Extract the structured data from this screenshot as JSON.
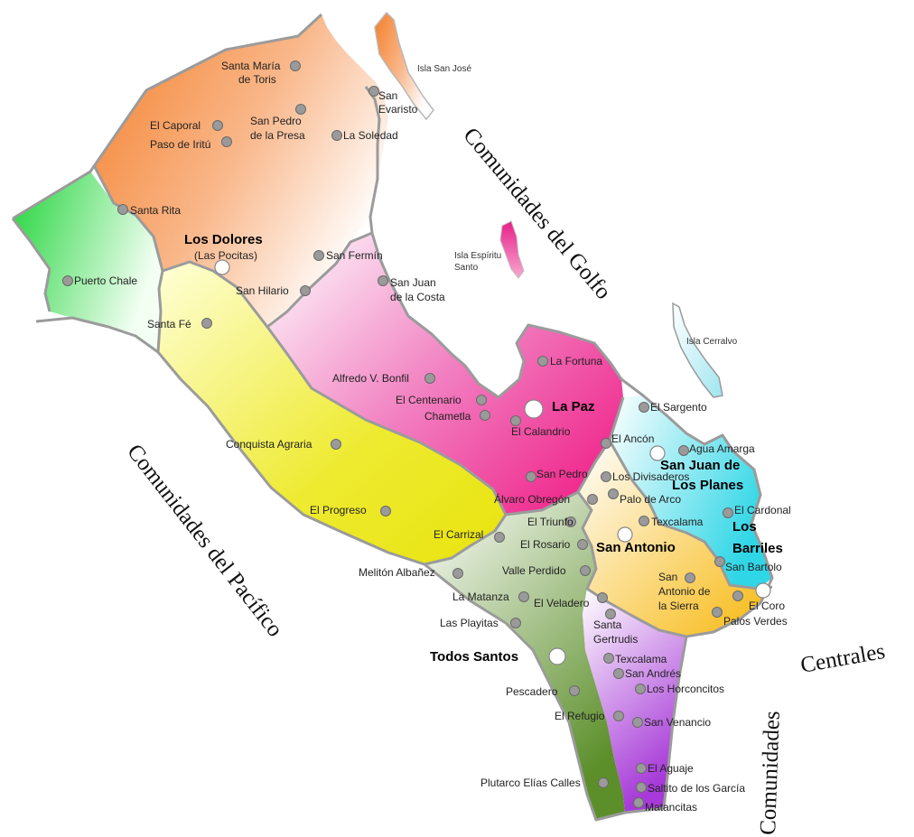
{
  "region_labels": {
    "golfo": "Comunidades del Golfo",
    "pacifico": "Comunidades del Pacífico",
    "centrales_1": "Centrales",
    "centrales_2": "Comunidades"
  },
  "islands": {
    "san_jose": "Isla San José",
    "espiritu_1": "Isla Espíritu",
    "espiritu_2": "Santo",
    "cerralvo": "Isla Cerralvo"
  },
  "major_towns": {
    "los_dolores": "Los Dolores",
    "las_pocitas": "(Las Pocitas)",
    "la_paz": "La Paz",
    "sjlp_1": "San Juan de",
    "sjlp_2": "Los Planes",
    "los_barriles_1": "Los",
    "los_barriles_2": "Barriles",
    "san_antonio": "San Antonio",
    "todos_santos": "Todos Santos"
  },
  "communities": {
    "santa_maria_1": "Santa María",
    "santa_maria_2": "de Toris",
    "san_evaristo_1": "San",
    "san_evaristo_2": "Evaristo",
    "el_caporal": "El Caporal",
    "san_pedro_presa_1": "San Pedro",
    "san_pedro_presa_2": "de la Presa",
    "paso_iritu": "Paso de Iritú",
    "la_soledad": "La Soledad",
    "santa_rita": "Santa Rita",
    "san_fermin": "San Fermín",
    "puerto_chale": "Puerto Chale",
    "san_hilario": "San Hilario",
    "sj_costa_1": "San Juan",
    "sj_costa_2": "de la Costa",
    "santa_fe": "Santa Fé",
    "la_fortuna": "La Fortuna",
    "alfredo_bonfil": "Alfredo V. Bonfil",
    "el_centenario": "El Centenario",
    "chametla": "Chametla",
    "el_calandrio": "El Calandrio",
    "el_sargento": "El Sargento",
    "el_ancon": "El Ancón",
    "agua_amarga": "Agua Amarga",
    "conquista_agraria": "Conquista Agraria",
    "san_pedro": "San Pedro",
    "los_divisaderos": "Los Divisaderos",
    "alvaro_obregon": "Álvaro Obregón",
    "palo_de_arco": "Palo de Arco",
    "el_cardonal": "El Cardonal",
    "el_progreso": "El Progreso",
    "el_triunfo": "El Triunfo",
    "texcalama_1": "Texcalama",
    "el_carrizal": "El Carrizal",
    "el_rosario": "El Rosario",
    "san_bartolo": "San Bartolo",
    "meliton_albanez": "Melitón  Albañez",
    "valle_perdido": "Valle Perdido",
    "sa_sierra_1": "San",
    "sa_sierra_2": "Antonio de",
    "sa_sierra_3": "la Sierra",
    "la_matanza": "La Matanza",
    "el_veladero": "El Veladero",
    "el_coro": "El Coro",
    "las_playitas": "Las Playitas",
    "santa_gertrudis_1": "Santa",
    "santa_gertrudis_2": "Gertrudis",
    "palos_verdes": "Palos Verdes",
    "texcalama_2": "Texcalama",
    "san_andres": "San Andrés",
    "pescadero": "Pescadero",
    "los_horconcitos": "Los Horconcitos",
    "el_refugio": "El Refugio",
    "san_venancio": "San Venancio",
    "el_aguaje": "El Aguaje",
    "plutarco": "Plutarco Elías Calles",
    "saltito": "Saltito de los García",
    "matancitas": "Matancitas"
  },
  "colors": {
    "north_orange": "#f47f2a",
    "west_green": "#21d43a",
    "pacific_yellow": "#e8e40e",
    "la_paz_pink": "#f0288c",
    "east_cyan": "#2fd6e6",
    "san_antonio_gold": "#f7b70c",
    "south_olive": "#5c8f2a",
    "south_purple": "#a73ad8"
  }
}
